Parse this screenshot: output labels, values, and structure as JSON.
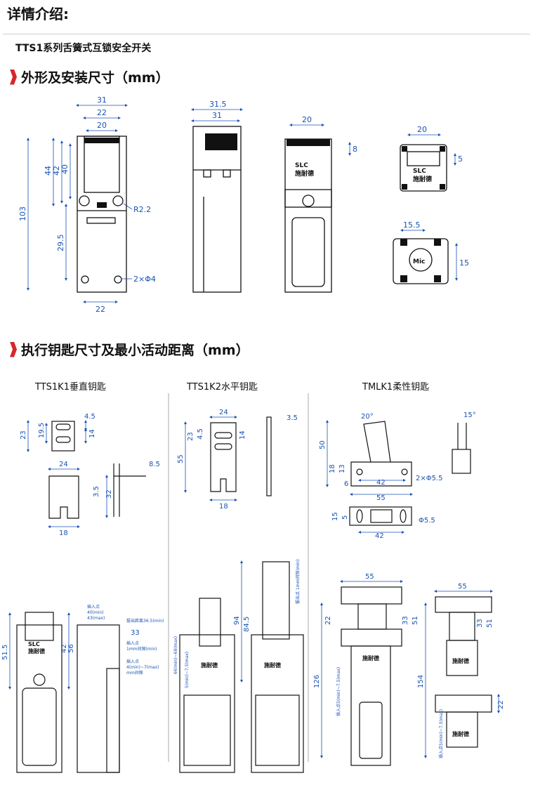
{
  "heading": "详情介绍:",
  "product_title": "TTS1系列舌簧式互锁安全开关",
  "section1": {
    "title": "外形及安装尺寸（mm）",
    "dims": {
      "w31": "31",
      "w22": "22",
      "w20": "20",
      "h44": "44",
      "h42": "42",
      "h40": "40",
      "h103": "103",
      "h29_5": "29.5",
      "r2_2": "R2.2",
      "hole": "2×Φ4",
      "w22b": "22",
      "side31_5": "31.5",
      "side31": "31",
      "f20": "20",
      "f8": "8",
      "t20": "20",
      "t5": "5",
      "b15_5": "15.5",
      "b15": "15"
    },
    "labels": {
      "brand": "SLC",
      "brand_cn": "施耐德",
      "mic": "Mic"
    }
  },
  "section2": {
    "title": "执行钥匙尺寸及最小活动距离（mm）",
    "columns": [
      {
        "label": "TTS1K1垂直钥匙",
        "dims": {
          "d4_5": "4.5",
          "d23": "23",
          "d19_5": "19.5",
          "d14": "14",
          "d24": "24",
          "d8_5": "8.5",
          "d3_5": "3.5",
          "d32": "32",
          "d18": "18",
          "e51_5": "51.5",
          "e56": "56",
          "e42": "42",
          "e33": "33"
        }
      },
      {
        "label": "TTS1K2水平钥匙",
        "dims": {
          "d24": "24",
          "d3_5": "3.5",
          "d4_5": "4.5",
          "d23": "23",
          "d14": "14",
          "d55": "55",
          "d18": "18",
          "e94": "94",
          "e84_5": "84.5"
        }
      },
      {
        "label": "TMLK1柔性钥匙",
        "dims": {
          "d20deg": "20°",
          "d15deg": "15°",
          "d50": "50",
          "d18": "18",
          "d13": "13",
          "d6": "6",
          "d42": "42",
          "d55": "55",
          "hole": "2×Φ5.5",
          "d15": "15",
          "d5": "5",
          "hole2": "Φ5.5",
          "d42b": "42",
          "e55": "55",
          "e22": "22",
          "e33": "33",
          "e51": "51",
          "e126": "126",
          "e154": "154",
          "e55b": "55",
          "e33b": "33",
          "e51b": "51",
          "e22b": "22"
        }
      }
    ],
    "notes": {
      "n1": "插入点",
      "n2": "40(min)",
      "n3": "43(max)",
      "n4": "拔出距离36.5(min)",
      "n5": "插入点",
      "n6": "1mm间隙(min)",
      "n7": "插入点",
      "n8": "4(min)~7(max)",
      "n9": "mm间隙",
      "n10": "66(min)~68(max)",
      "n11": "5(min)~7.5(max)",
      "n12": "拔出点 1mm间隙(min)",
      "n13": "插入点5(min)~7.5(max)",
      "brand": "施耐德",
      "brand2": "SLC"
    }
  },
  "colors": {
    "accent": "#d7262b",
    "dim": "#1a53b4",
    "line": "#111111"
  }
}
